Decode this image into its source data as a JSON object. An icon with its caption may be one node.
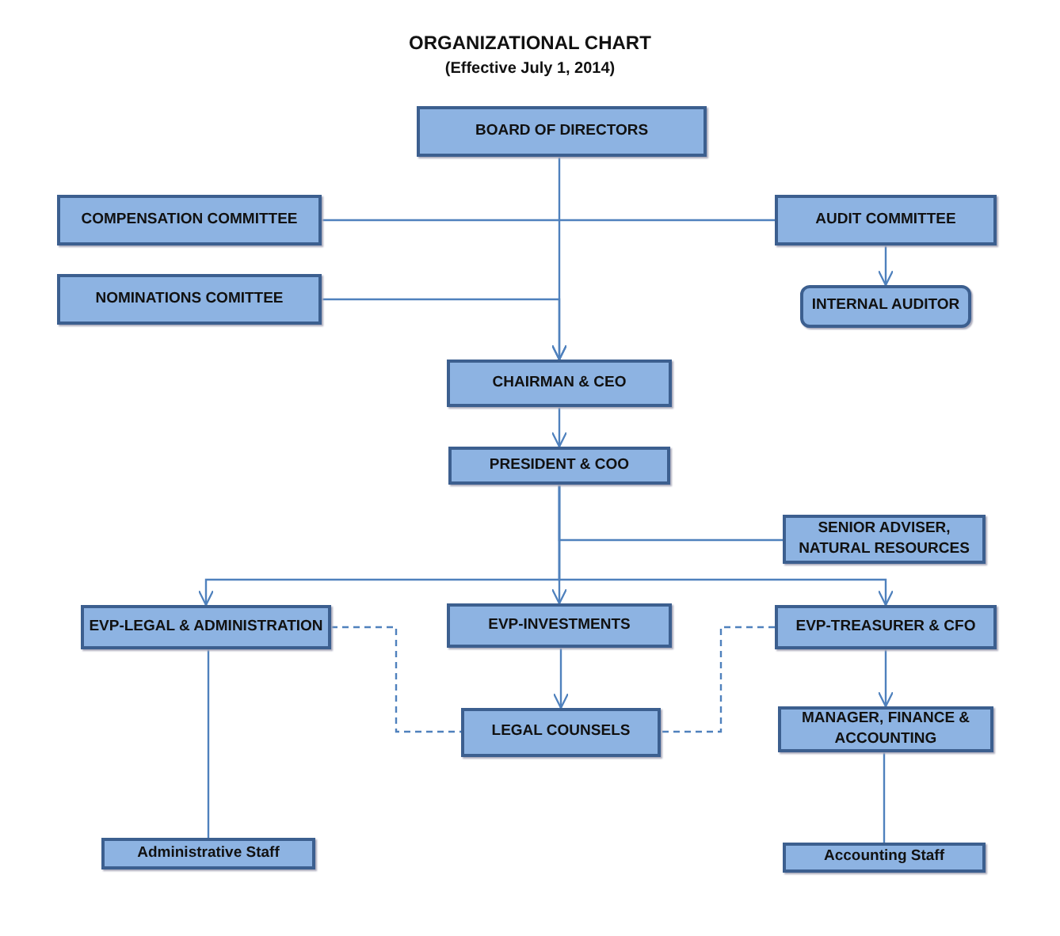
{
  "diagram": {
    "title": "ORGANIZATIONAL CHART",
    "nodes": [
      {
        "text": [
          "BOARD OF DIRECTORS"
        ]
      },
      {
        "text": [
          "COMPENSATION COMMITTEE"
        ]
      },
      {
        "text": [
          "AUDIT COMMITTEE"
        ]
      },
      {
        "text": [
          "NOMINATIONS COMITTEE"
        ]
      },
      {
        "text": [
          "INTERNAL AUDITOR"
        ]
      },
      {
        "text": [
          "CHAIRMAN & CEO"
        ]
      },
      {
        "text": [
          "PRESIDENT & COO"
        ]
      },
      {
        "text": [
          "SENIOR ADVISER, NATURAL RESOURCES"
        ]
      },
      {
        "text": [
          "EVP-LEGAL & ADMINISTRATION"
        ]
      },
      {
        "text": [
          "EVP-INVESTMENTS"
        ]
      },
      {
        "text": [
          "EVP-TREASURER & CFO"
        ]
      },
      {
        "text": [
          "LEGAL COUNSELS"
        ]
      },
      {
        "text": [
          "MANAGER, FINANCE & ACCOUNTING"
        ]
      },
      {
        "text": [
          "Administrative Staff"
        ]
      },
      {
        "text": [
          "Accounting Staff"
        ]
      }
    ],
    "edges": [
      {
        "from": 0,
        "to": 5,
        "arrow": "to"
      },
      {
        "from": 1,
        "to": 2,
        "arrow": "none"
      },
      {
        "from": 3,
        "to": 5,
        "arrow": "to"
      },
      {
        "from": 2,
        "to": 4,
        "arrow": "to"
      },
      {
        "from": 5,
        "to": 6,
        "arrow": "to"
      },
      {
        "from": 6,
        "to": 7,
        "arrow": "none"
      },
      {
        "from": 6,
        "to": 8,
        "arrow": "to"
      },
      {
        "from": 6,
        "to": 9,
        "arrow": "to"
      },
      {
        "from": 6,
        "to": 10,
        "arrow": "to"
      },
      {
        "from": 8,
        "to": 11,
        "arrow": "none",
        "style": "dashed"
      },
      {
        "from": 9,
        "to": 11,
        "arrow": "to"
      },
      {
        "from": 10,
        "to": 11,
        "arrow": "none",
        "style": "dashed"
      },
      {
        "from": 10,
        "to": 12,
        "arrow": "to"
      },
      {
        "from": 8,
        "to": 13,
        "arrow": "none"
      },
      {
        "from": 12,
        "to": 14,
        "arrow": "none"
      }
    ],
    "labels": [
      "(Effective July 1, 2014)"
    ]
  }
}
